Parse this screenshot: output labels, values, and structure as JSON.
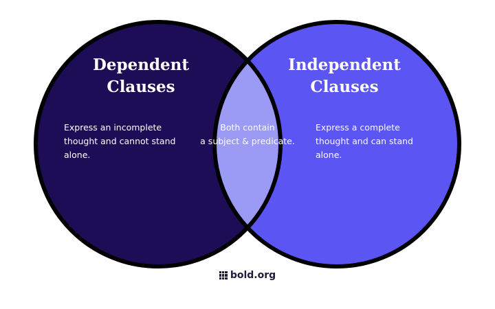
{
  "colors": {
    "left_circle": "#1d0d56",
    "right_circle": "#5a55f3",
    "overlap": "#9b9af5",
    "outline": "#000000",
    "text": "#ffffff"
  },
  "left": {
    "title_line1": "Dependent",
    "title_line2": "Clauses",
    "desc_line1": "Express an incomplete",
    "desc_line2": "thought and cannot stand",
    "desc_line3": "alone."
  },
  "overlap": {
    "desc_line1": "Both contain",
    "desc_line2": "a subject & predicate."
  },
  "right": {
    "title_line1": "Independent",
    "title_line2": "Clauses",
    "desc_line1": "Express a complete",
    "desc_line2": "thought and can stand",
    "desc_line3": "alone."
  },
  "brand": {
    "icon": "grid-logo-icon",
    "text": "bold.org"
  }
}
